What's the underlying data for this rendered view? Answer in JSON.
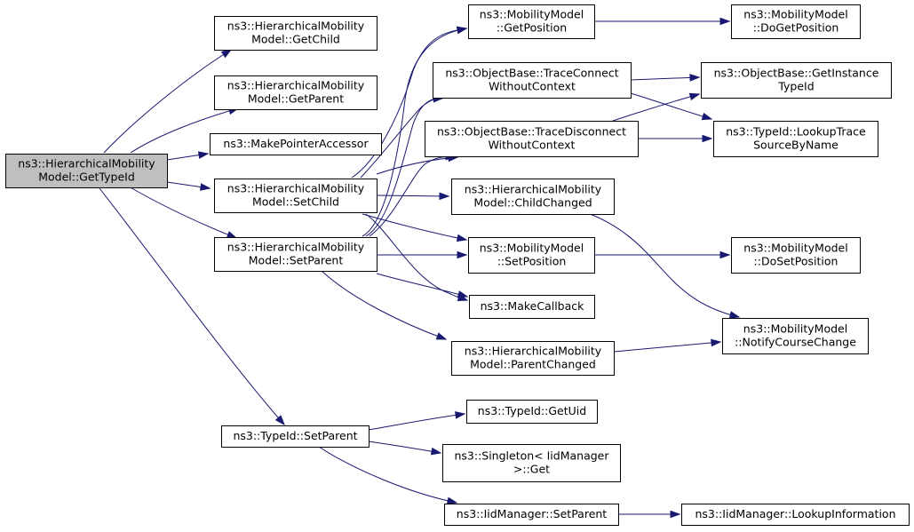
{
  "diagram": {
    "nodes": [
      {
        "id": "gettypeid",
        "lines": [
          "ns3::HierarchicalMobility",
          "Model::GetTypeId"
        ],
        "root": true
      },
      {
        "id": "getchild",
        "lines": [
          "ns3::HierarchicalMobility",
          "Model::GetChild"
        ]
      },
      {
        "id": "getparent",
        "lines": [
          "ns3::HierarchicalMobility",
          "Model::GetParent"
        ]
      },
      {
        "id": "makepointeraccessor",
        "lines": [
          "ns3::MakePointerAccessor"
        ]
      },
      {
        "id": "setchild",
        "lines": [
          "ns3::HierarchicalMobility",
          "Model::SetChild"
        ]
      },
      {
        "id": "setparent_h",
        "lines": [
          "ns3::HierarchicalMobility",
          "Model::SetParent"
        ]
      },
      {
        "id": "typeid_setparent",
        "lines": [
          "ns3::TypeId::SetParent"
        ]
      },
      {
        "id": "getposition",
        "lines": [
          "ns3::MobilityModel",
          "::GetPosition"
        ]
      },
      {
        "id": "traceconnect",
        "lines": [
          "ns3::ObjectBase::TraceConnect",
          "WithoutContext"
        ]
      },
      {
        "id": "tracedisconnect",
        "lines": [
          "ns3::ObjectBase::TraceDisconnect",
          "WithoutContext"
        ]
      },
      {
        "id": "childchanged",
        "lines": [
          "ns3::HierarchicalMobility",
          "Model::ChildChanged"
        ]
      },
      {
        "id": "setposition",
        "lines": [
          "ns3::MobilityModel",
          "::SetPosition"
        ]
      },
      {
        "id": "makecallback",
        "lines": [
          "ns3::MakeCallback"
        ]
      },
      {
        "id": "parentchanged",
        "lines": [
          "ns3::HierarchicalMobility",
          "Model::ParentChanged"
        ]
      },
      {
        "id": "getuid",
        "lines": [
          "ns3::TypeId::GetUid"
        ]
      },
      {
        "id": "singleton_get",
        "lines": [
          "ns3::Singleton< IidManager",
          " >::Get"
        ]
      },
      {
        "id": "iid_setparent",
        "lines": [
          "ns3::IidManager::SetParent"
        ]
      },
      {
        "id": "dogetposition",
        "lines": [
          "ns3::MobilityModel",
          "::DoGetPosition"
        ]
      },
      {
        "id": "getinstancetypeid",
        "lines": [
          "ns3::ObjectBase::GetInstance",
          "TypeId"
        ]
      },
      {
        "id": "lookuptrace",
        "lines": [
          "ns3::TypeId::LookupTrace",
          "SourceByName"
        ]
      },
      {
        "id": "dosetposition",
        "lines": [
          "ns3::MobilityModel",
          "::DoSetPosition"
        ]
      },
      {
        "id": "notifycoursechange",
        "lines": [
          "ns3::MobilityModel",
          "::NotifyCourseChange"
        ]
      },
      {
        "id": "lookupinformation",
        "lines": [
          "ns3::IidManager::LookupInformation"
        ]
      }
    ],
    "edges": [
      {
        "from": "gettypeid",
        "to": "getchild"
      },
      {
        "from": "gettypeid",
        "to": "getparent"
      },
      {
        "from": "gettypeid",
        "to": "makepointeraccessor"
      },
      {
        "from": "gettypeid",
        "to": "setchild"
      },
      {
        "from": "gettypeid",
        "to": "setparent_h"
      },
      {
        "from": "gettypeid",
        "to": "typeid_setparent"
      },
      {
        "from": "setchild",
        "to": "getposition"
      },
      {
        "from": "setchild",
        "to": "traceconnect"
      },
      {
        "from": "setchild",
        "to": "tracedisconnect"
      },
      {
        "from": "setchild",
        "to": "childchanged"
      },
      {
        "from": "setchild",
        "to": "setposition"
      },
      {
        "from": "setchild",
        "to": "makecallback"
      },
      {
        "from": "setparent_h",
        "to": "getposition"
      },
      {
        "from": "setparent_h",
        "to": "traceconnect"
      },
      {
        "from": "setparent_h",
        "to": "tracedisconnect"
      },
      {
        "from": "setparent_h",
        "to": "setposition"
      },
      {
        "from": "setparent_h",
        "to": "makecallback"
      },
      {
        "from": "setparent_h",
        "to": "parentchanged"
      },
      {
        "from": "getposition",
        "to": "dogetposition"
      },
      {
        "from": "traceconnect",
        "to": "getinstancetypeid"
      },
      {
        "from": "traceconnect",
        "to": "lookuptrace"
      },
      {
        "from": "tracedisconnect",
        "to": "getinstancetypeid"
      },
      {
        "from": "tracedisconnect",
        "to": "lookuptrace"
      },
      {
        "from": "childchanged",
        "to": "notifycoursechange"
      },
      {
        "from": "setposition",
        "to": "dosetposition"
      },
      {
        "from": "parentchanged",
        "to": "notifycoursechange"
      },
      {
        "from": "typeid_setparent",
        "to": "getuid"
      },
      {
        "from": "typeid_setparent",
        "to": "singleton_get"
      },
      {
        "from": "typeid_setparent",
        "to": "iid_setparent"
      },
      {
        "from": "iid_setparent",
        "to": "lookupinformation"
      }
    ],
    "colors": {
      "edge": "#191970",
      "root_fill": "#bfbfbf",
      "node_fill": "#ffffff",
      "border": "#000000"
    }
  }
}
